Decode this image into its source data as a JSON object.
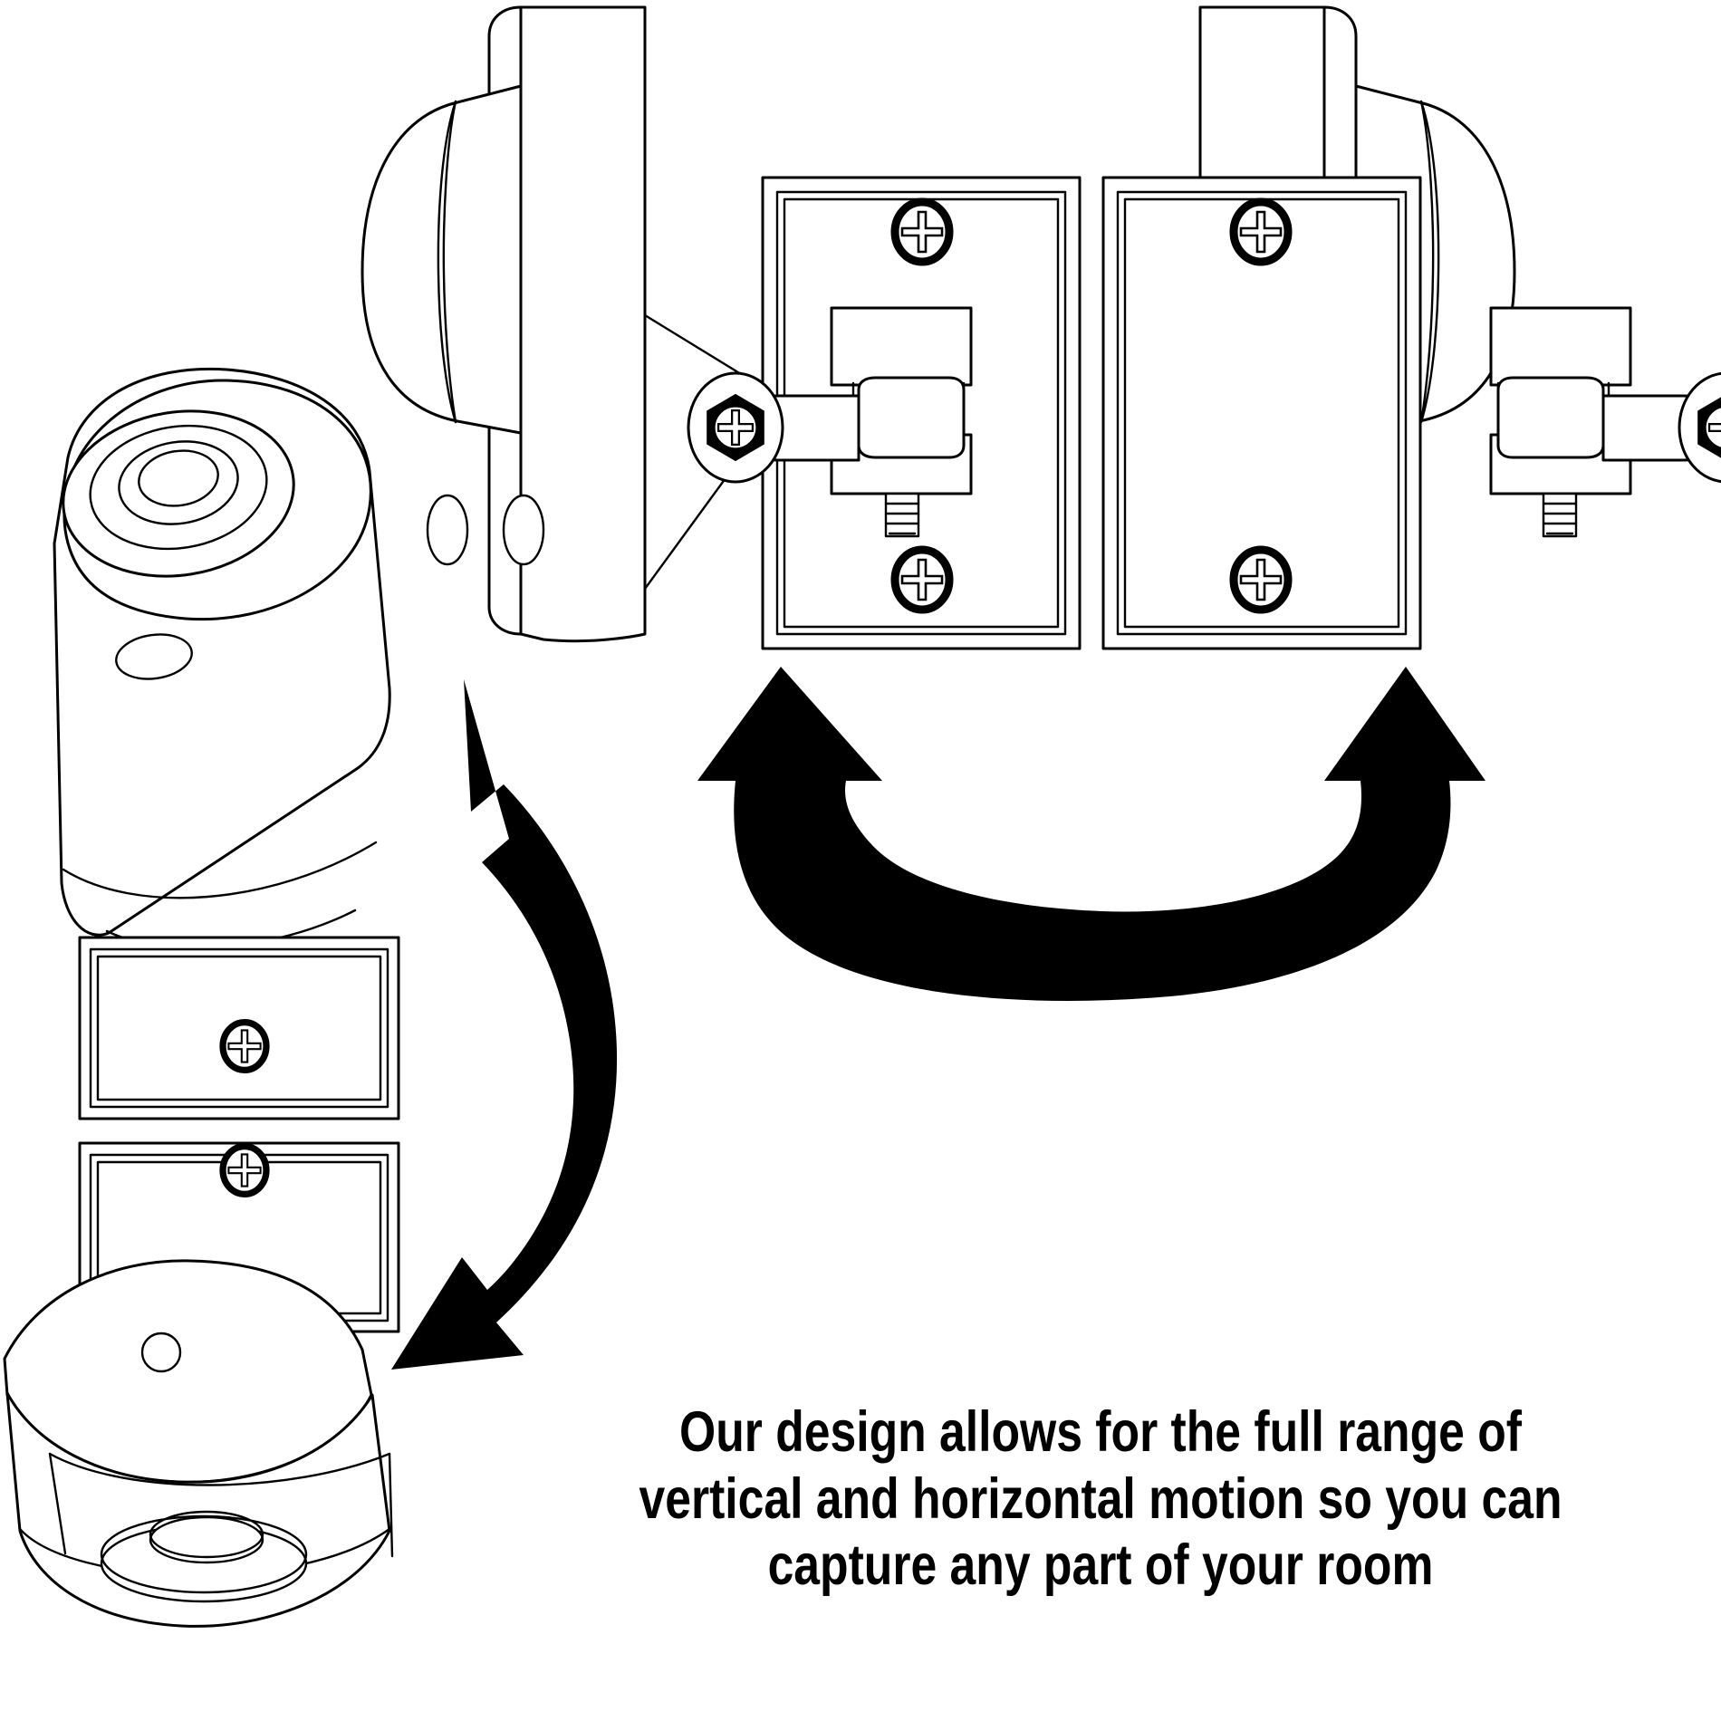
{
  "figure": {
    "title": "Camera mount range of motion diagram",
    "background_color": "#ffffff",
    "line_color": "#000000",
    "arrow_color": "#000000",
    "style": "black-and-white technical line art"
  },
  "caption": {
    "line1": "Our design allows for the full range of",
    "line2": "vertical and horizontal motion so you can",
    "line3": "capture any part of your room",
    "full_text": "Our design allows for the full range of vertical and horizontal motion so you can capture any part of your room"
  },
  "components": {
    "camera_top_left_label": "camera-lens-view-upper-left",
    "camera_bottom_left_label": "camera-lens-view-lower-left",
    "camera_side_left_label": "camera-side-profile-left",
    "camera_side_right_label": "camera-side-profile-right",
    "wall_plate_left_label": "wall-mount-plate-left",
    "wall_plate_right_label": "wall-mount-plate-right",
    "bracket_left_label": "swivel-bracket-left",
    "bracket_right_label": "swivel-bracket-right"
  },
  "arrows": {
    "horizontal": {
      "name": "horizontal-rotation-arrow",
      "description": "double-headed curved arrow spanning left and right wall plates",
      "head_count": 2,
      "direction": "both-ends-up"
    },
    "vertical": {
      "name": "vertical-rotation-arrow",
      "description": "double-headed curved arrow spanning upper and lower left cameras",
      "head_count": 2,
      "direction": "both-ends-left"
    }
  },
  "fasteners": {
    "phillips_screw_label": "phillips-screw",
    "hex_nut_label": "hex-nut-phillips",
    "threaded_post_label": "threaded-post",
    "plate_screw_count": 6,
    "hex_nut_count": 2
  }
}
